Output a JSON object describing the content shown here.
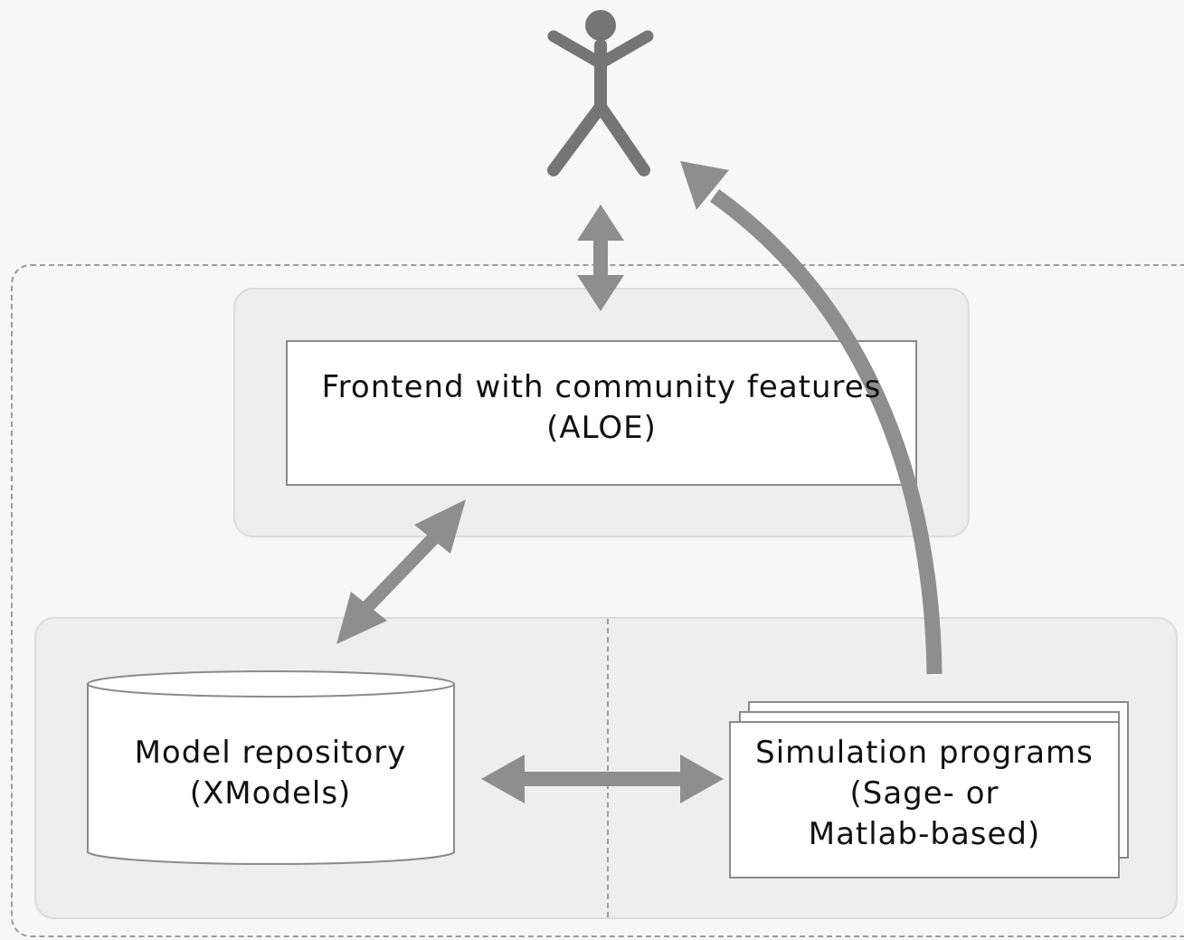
{
  "frontend": {
    "line1": "Frontend with community features",
    "line2": "(ALOE)"
  },
  "model_repository": {
    "line1": "Model repository",
    "line2": "(XModels)"
  },
  "simulation_programs": {
    "line1": "Simulation programs",
    "line2": "(Sage- or",
    "line3": "Matlab-based)"
  },
  "colors": {
    "arrow": "#8e8e8e",
    "person": "#757575",
    "panel": "#eeeeee",
    "box": "#ffffff"
  },
  "icons": {
    "user": "user-stick-figure-icon"
  }
}
